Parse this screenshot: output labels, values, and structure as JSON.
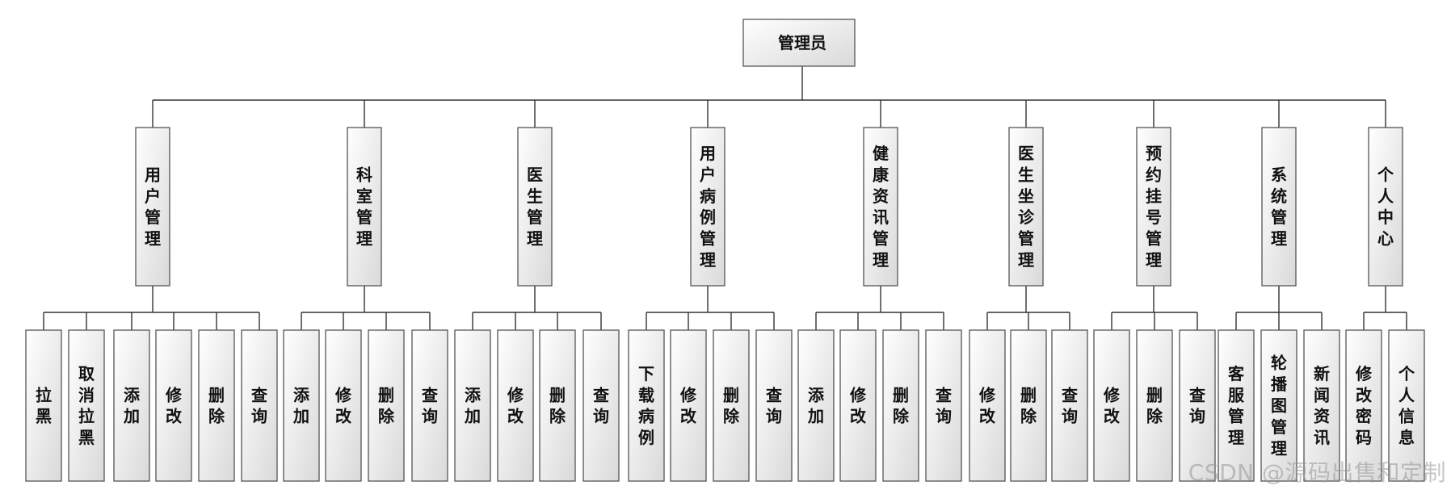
{
  "root": {
    "label": "管理员"
  },
  "categories": [
    {
      "label": "用户管理",
      "children": [
        "拉黑",
        "取消拉黑",
        "添加",
        "修改",
        "删除",
        "查询"
      ]
    },
    {
      "label": "科室管理",
      "children": [
        "添加",
        "修改",
        "删除",
        "查询"
      ]
    },
    {
      "label": "医生管理",
      "children": [
        "添加",
        "修改",
        "删除",
        "查询"
      ]
    },
    {
      "label": "用户病例管理",
      "children": [
        "下载病例",
        "修改",
        "删除",
        "查询"
      ]
    },
    {
      "label": "健康资讯管理",
      "children": [
        "添加",
        "修改",
        "删除",
        "查询"
      ]
    },
    {
      "label": "医生坐诊管理",
      "children": [
        "修改",
        "删除",
        "查询"
      ]
    },
    {
      "label": "预约挂号管理",
      "children": [
        "修改",
        "删除",
        "查询"
      ]
    },
    {
      "label": "系统管理",
      "children": [
        "客服管理",
        "轮播图管理",
        "新闻资讯"
      ]
    },
    {
      "label": "个人中心",
      "children": [
        "修改密码",
        "个人信息"
      ]
    }
  ],
  "watermark": "CSDN @源码出售和定制"
}
